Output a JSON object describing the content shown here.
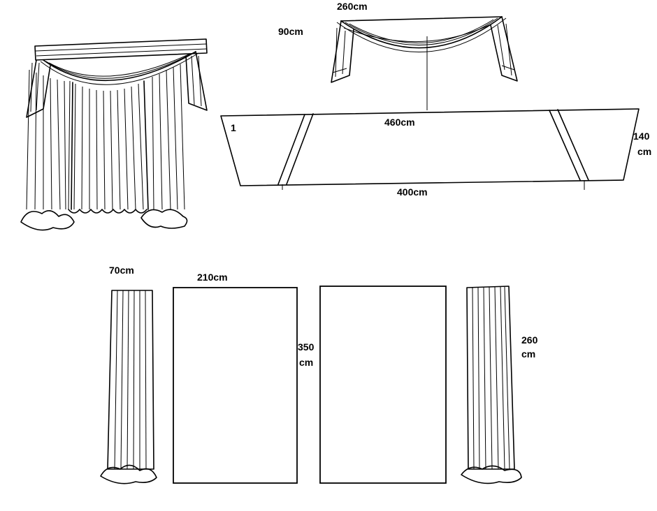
{
  "labels": {
    "swag_width": "260cm",
    "swag_drop": "90cm",
    "pattern_top": "460cm",
    "pattern_bottom": "400cm",
    "pattern_height_num": "140",
    "pattern_height_unit": "cm",
    "piece_number": "1",
    "side_width": "70cm",
    "panel_width": "210cm",
    "panel_height_num": "350",
    "panel_height_unit": "cm",
    "side_height_num": "260",
    "side_height_unit": "cm"
  },
  "icons": {
    "window_curtain": "curtain-illustration-icon",
    "swag": "swag-valance-icon",
    "side_drape_left": "side-drape-icon",
    "side_drape_right": "side-drape-icon"
  }
}
